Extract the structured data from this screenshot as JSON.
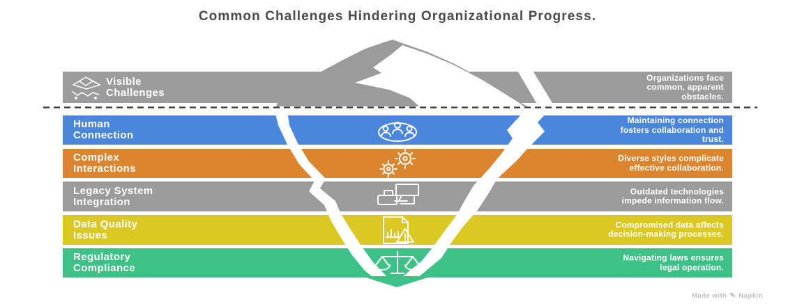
{
  "title": "Common Challenges Hindering Organizational Progress.",
  "rows": [
    {
      "id": "visible-challenges",
      "label_line1": "Visible",
      "label_line2": "Challenges",
      "description": "Organizations face common, apparent obstacles.",
      "color": "#9B9B9B",
      "icon": "iceberg-icon"
    },
    {
      "id": "human-connection",
      "label_line1": "Human",
      "label_line2": "Connection",
      "description": "Maintaining connection fosters collaboration and trust.",
      "color": "#4A86DB",
      "icon": "team-icon"
    },
    {
      "id": "complex-interactions",
      "label_line1": "Complex",
      "label_line2": "Interactions",
      "description": "Diverse styles complicate effective collaboration.",
      "color": "#DB8530",
      "icon": "gears-icon"
    },
    {
      "id": "legacy-system-integration",
      "label_line1": "Legacy System",
      "label_line2": "Integration",
      "description": "Outdated technologies impede information flow.",
      "color": "#9B9B9B",
      "icon": "legacy-computer-icon"
    },
    {
      "id": "data-quality-issues",
      "label_line1": "Data Quality",
      "label_line2": "Issues",
      "description": "Compromised data affects decision-making processes.",
      "color": "#DCC825",
      "icon": "data-report-warning-icon"
    },
    {
      "id": "regulatory-compliance",
      "label_line1": "Regulatory",
      "label_line2": "Compliance",
      "description": "Navigating laws ensures legal operation.",
      "color": "#3EC187",
      "icon": "scales-icon"
    }
  ],
  "iceberg": {
    "mountain_color": "#9B9B9B",
    "snow_color": "#FFFFFF",
    "tip_color": "#3EC187",
    "waterline_color": "#3B3B3B"
  },
  "footer": {
    "made_with": "Made with",
    "brand": "Napkin"
  }
}
